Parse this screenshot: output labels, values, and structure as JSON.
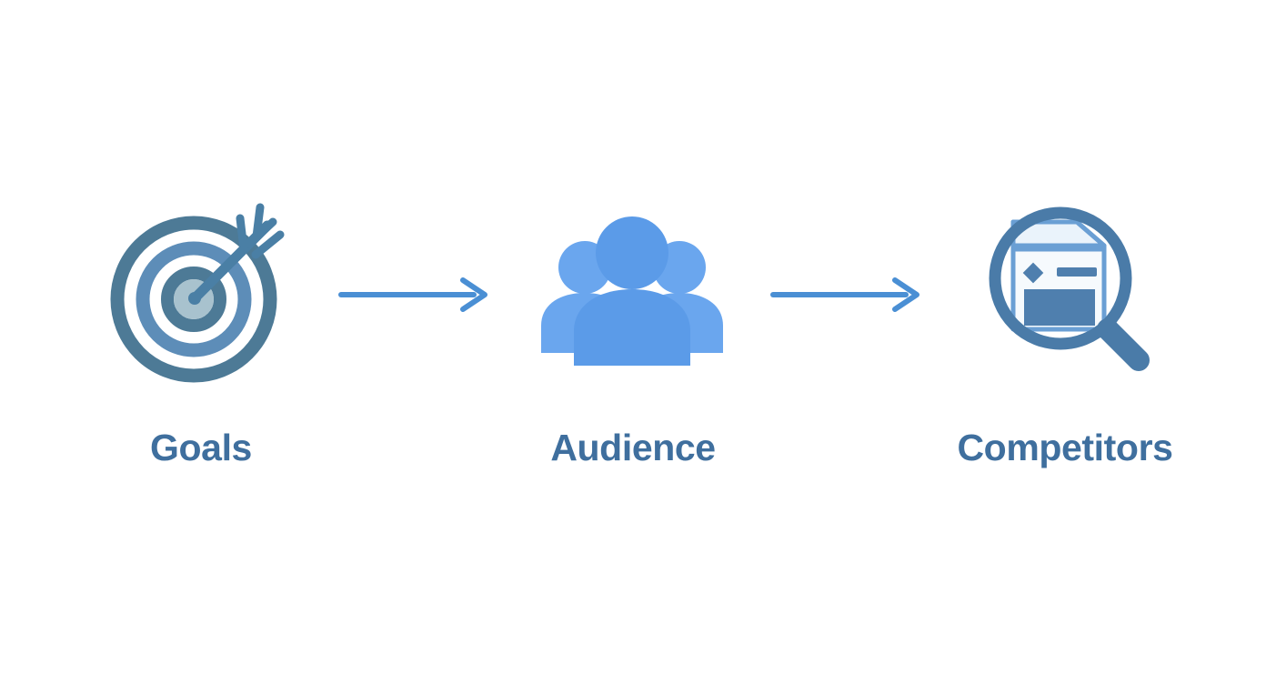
{
  "page": {
    "background_color": "#ffffff",
    "title": "Goals Audience Competitors flow"
  },
  "palette": {
    "label_text": "#3f6f9e",
    "arrow": "#4a8fd4",
    "target_outer_ring": "#4d7a96",
    "target_mid_ring": "#5d8db8",
    "target_inner_ring": "#4d7a96",
    "target_center": "#a8c2ce",
    "target_arrow": "#4a7fa5",
    "audience_blue": "#5b9be8",
    "audience_side_blue": "#6aa6ee",
    "magnifier_ring": "#4a7ba8",
    "document_outline": "#6a9fd4",
    "document_fill": "#f4f8fc",
    "document_block": "#4f7fae"
  },
  "flow": {
    "steps": [
      {
        "id": "goals",
        "label": "Goals",
        "icon": "target-with-arrow-icon"
      },
      {
        "id": "audience",
        "label": "Audience",
        "icon": "people-group-icon"
      },
      {
        "id": "competitors",
        "label": "Competitors",
        "icon": "magnifier-over-document-icon"
      }
    ],
    "connectors": [
      {
        "id": "connector-1",
        "icon": "arrow-right-icon",
        "direction": "right"
      },
      {
        "id": "connector-2",
        "icon": "arrow-right-icon",
        "direction": "right"
      }
    ]
  }
}
